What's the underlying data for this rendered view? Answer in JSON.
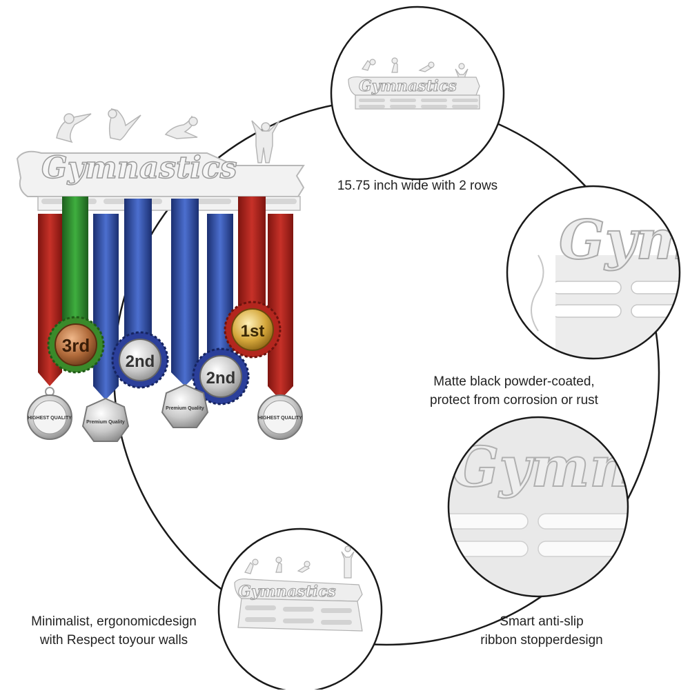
{
  "product": {
    "rack_text": "Gymnastics",
    "medals": [
      {
        "label": "3rd",
        "type": "rosette",
        "color": "#b06a3a"
      },
      {
        "label": "2nd",
        "type": "rosette",
        "color": "#c0c0c0"
      },
      {
        "label": "2nd",
        "type": "rosette",
        "color": "#c0c0c0"
      },
      {
        "label": "1st",
        "type": "rosette",
        "color": "#d4a63a"
      },
      {
        "label": "HIGHEST QUALITY",
        "type": "hanging"
      },
      {
        "label": "Premium Quality",
        "type": "hanging"
      },
      {
        "label": "Premium Quality",
        "type": "hanging"
      },
      {
        "label": "HIGHEST QUALITY",
        "type": "hanging"
      }
    ]
  },
  "features": [
    {
      "line1": "15.75 inch wide with 2 rows",
      "line2": ""
    },
    {
      "line1": "Matte black powder-coated,",
      "line2": "protect from corrosion or rust"
    },
    {
      "line1": "Minimalist, ergonomicdesign",
      "line2": "with Respect toyour walls"
    },
    {
      "line1": "Smart anti-slip",
      "line2": "ribbon stopperdesign"
    }
  ],
  "colors": {
    "rack": "#efefef",
    "rack_edge": "#c8c8c8",
    "circle_stroke": "#1a1a1a",
    "ribbon_red": "#b3261e",
    "ribbon_green": "#2e8b2e",
    "ribbon_blue": "#2b4aa0"
  }
}
